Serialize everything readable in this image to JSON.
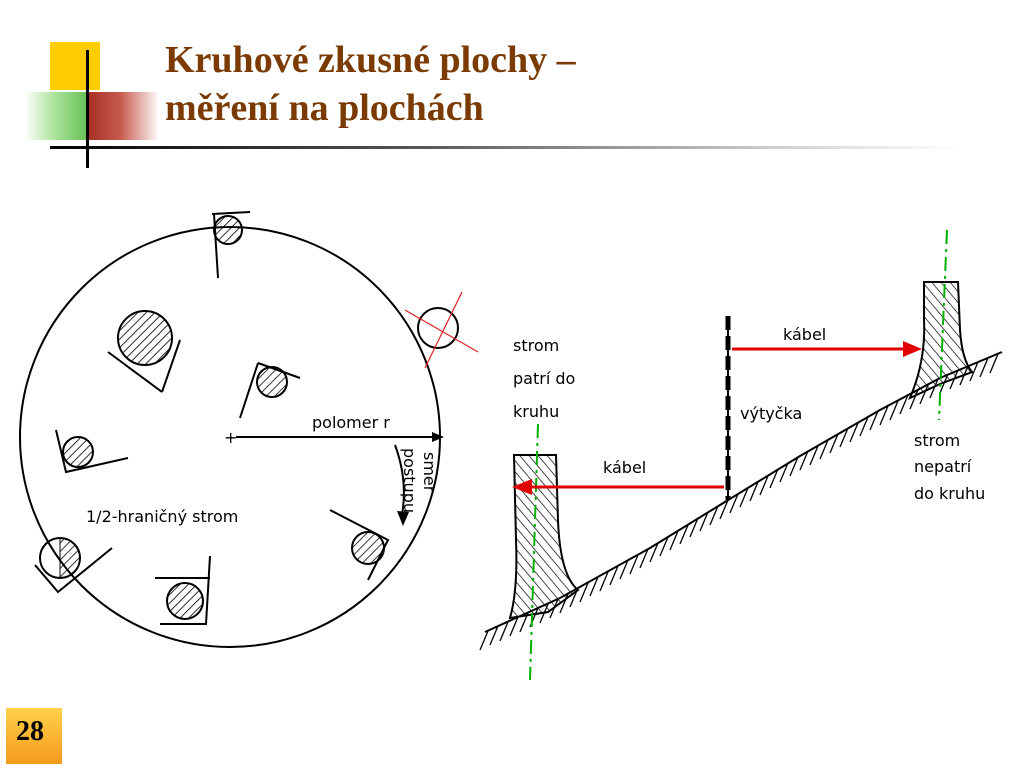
{
  "title": {
    "line1": "Kruhové zkusné plochy –",
    "line2": "měření na plochách"
  },
  "page_number": "28",
  "circle_diagram": {
    "radius_label": "polomer r",
    "direction_label_1": "smer",
    "direction_label_2": "postupu",
    "half_border_tree_label": "1/2-hraničný strom"
  },
  "slope_diagram": {
    "tree_inside_label": [
      "strom",
      "patrí do",
      "kruhu"
    ],
    "tree_outside_label": [
      "strom",
      "nepatrí",
      "do kruhu"
    ],
    "cable_upper_label": "kábel",
    "cable_lower_label": "kábel",
    "pole_label": "výtyčka"
  },
  "colors": {
    "title": "#7a3a00",
    "arrow": "#e00000",
    "axis": "#00b000",
    "accent_yellow": "#ffcc00"
  }
}
